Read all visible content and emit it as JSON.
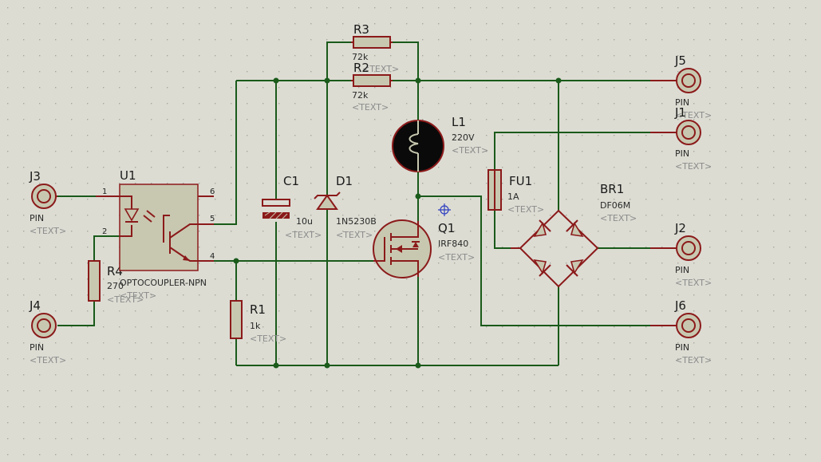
{
  "colors": {
    "background": "#dcdcd3",
    "grid_dot": "#a8a89e",
    "wire": "#1a5a1a",
    "component": "#8b1a1a",
    "component_fill": "#c8c8b0",
    "placeholder_text": "#8c8c8c"
  },
  "components": {
    "r3": {
      "ref": "R3",
      "value": "72k",
      "text": "<TEXT>"
    },
    "r2": {
      "ref": "R2",
      "value": "72k",
      "text": "<TEXT>"
    },
    "r4": {
      "ref": "R4",
      "value": "270",
      "text": "<TEXT>"
    },
    "r1": {
      "ref": "R1",
      "value": "1k",
      "text": "<TEXT>"
    },
    "c1": {
      "ref": "C1",
      "value": "10u",
      "text": "<TEXT>"
    },
    "d1": {
      "ref": "D1",
      "value": "1N5230B",
      "text": "<TEXT>"
    },
    "l1": {
      "ref": "L1",
      "value": "220V",
      "text": "<TEXT>"
    },
    "q1": {
      "ref": "Q1",
      "value": "IRF840",
      "text": "<TEXT>"
    },
    "fu1": {
      "ref": "FU1",
      "value": "1A",
      "text": "<TEXT>"
    },
    "br1": {
      "ref": "BR1",
      "value": "DF06M",
      "text": "<TEXT>"
    },
    "u1": {
      "ref": "U1",
      "value": "OPTOCOUPLER-NPN",
      "text": "<TEXT>",
      "pins": [
        "1",
        "2",
        "4",
        "5",
        "6"
      ]
    },
    "j1": {
      "ref": "J1",
      "value": "PIN",
      "text": "<TEXT>"
    },
    "j2": {
      "ref": "J2",
      "value": "PIN",
      "text": "<TEXT>"
    },
    "j3": {
      "ref": "J3",
      "value": "PIN",
      "text": "<TEXT>"
    },
    "j4": {
      "ref": "J4",
      "value": "PIN",
      "text": "<TEXT>"
    },
    "j5": {
      "ref": "J5",
      "value": "PIN",
      "text": "<TEXT>"
    },
    "j6": {
      "ref": "J6",
      "value": "PIN",
      "text": "<TEXT>"
    }
  }
}
